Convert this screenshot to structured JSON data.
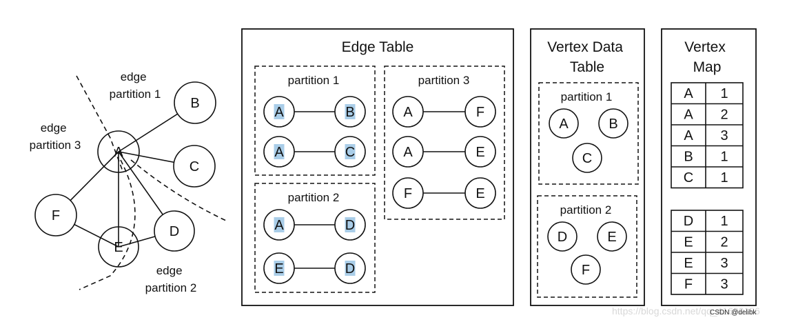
{
  "graph": {
    "labels": {
      "edge_partition_1": [
        "edge",
        "partition 1"
      ],
      "edge_partition_3": [
        "edge",
        "partition 3"
      ],
      "edge_partition_2": [
        "edge",
        "partition 2"
      ]
    },
    "vertices": [
      "A",
      "B",
      "C",
      "D",
      "E",
      "F"
    ],
    "edges": [
      [
        "A",
        "B"
      ],
      [
        "A",
        "C"
      ],
      [
        "A",
        "F"
      ],
      [
        "A",
        "E"
      ],
      [
        "A",
        "D"
      ],
      [
        "F",
        "E"
      ],
      [
        "E",
        "D"
      ]
    ]
  },
  "edge_table": {
    "title": "Edge Table",
    "partitions": [
      {
        "label": "partition 1",
        "edges": [
          [
            "A",
            "B"
          ],
          [
            "A",
            "C"
          ]
        ],
        "highlight": true
      },
      {
        "label": "partition 2",
        "edges": [
          [
            "A",
            "D"
          ],
          [
            "E",
            "D"
          ]
        ],
        "highlight": true
      },
      {
        "label": "partition 3",
        "edges": [
          [
            "A",
            "F"
          ],
          [
            "A",
            "E"
          ],
          [
            "F",
            "E"
          ]
        ],
        "highlight": false
      }
    ],
    "highlight_color": "#a9cde8"
  },
  "vertex_data_table": {
    "title": [
      "Vertex Data",
      "Table"
    ],
    "partitions": [
      {
        "label": "partition 1",
        "vertices": [
          "A",
          "B",
          "C"
        ]
      },
      {
        "label": "partition 2",
        "vertices": [
          "D",
          "E",
          "F"
        ]
      }
    ]
  },
  "vertex_map": {
    "title": [
      "Vertex",
      "Map"
    ],
    "tables": [
      [
        [
          "A",
          "1"
        ],
        [
          "A",
          "2"
        ],
        [
          "A",
          "3"
        ],
        [
          "B",
          "1"
        ],
        [
          "C",
          "1"
        ]
      ],
      [
        [
          "D",
          "1"
        ],
        [
          "E",
          "2"
        ],
        [
          "E",
          "3"
        ],
        [
          "F",
          "3"
        ]
      ]
    ]
  },
  "watermark": "https://blog.csdn.net/qq_41690156",
  "credit": "CSDN @delibk"
}
